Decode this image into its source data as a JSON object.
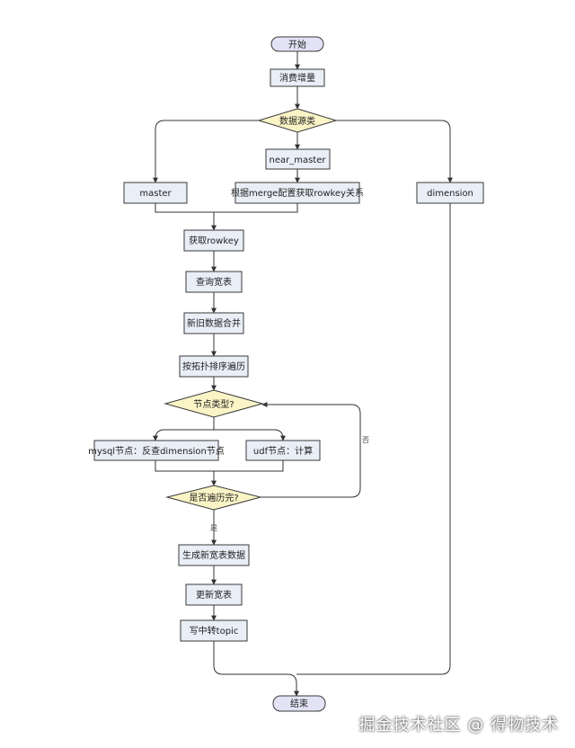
{
  "diagram": {
    "nodes": [
      {
        "id": "start",
        "label": "开始"
      },
      {
        "id": "consume",
        "label": "消费增量"
      },
      {
        "id": "source_type",
        "label": "数据源类"
      },
      {
        "id": "near_master",
        "label": "near_master"
      },
      {
        "id": "master",
        "label": "master"
      },
      {
        "id": "merge_rel",
        "label": "根据merge配置获取rowkey关系"
      },
      {
        "id": "dimension",
        "label": "dimension"
      },
      {
        "id": "get_rowkey",
        "label": "获取rowkey"
      },
      {
        "id": "query_wide",
        "label": "查询宽表"
      },
      {
        "id": "merge_old_new",
        "label": "新旧数据合并"
      },
      {
        "id": "topo_traverse",
        "label": "按拓扑排序遍历"
      },
      {
        "id": "node_type",
        "label": "节点类型?"
      },
      {
        "id": "mysql_node",
        "label": "mysql节点：反查dimension节点"
      },
      {
        "id": "udf_node",
        "label": "udf节点：计算"
      },
      {
        "id": "traverse_done",
        "label": "是否遍历完?"
      },
      {
        "id": "gen_wide",
        "label": "生成新宽表数据"
      },
      {
        "id": "update_wide",
        "label": "更新宽表"
      },
      {
        "id": "write_topic",
        "label": "写中转topic"
      },
      {
        "id": "end",
        "label": "结束"
      }
    ],
    "edge_labels": {
      "yes": "是",
      "no": "否"
    }
  },
  "watermark": "掘金技术社区 @ 得物技术"
}
